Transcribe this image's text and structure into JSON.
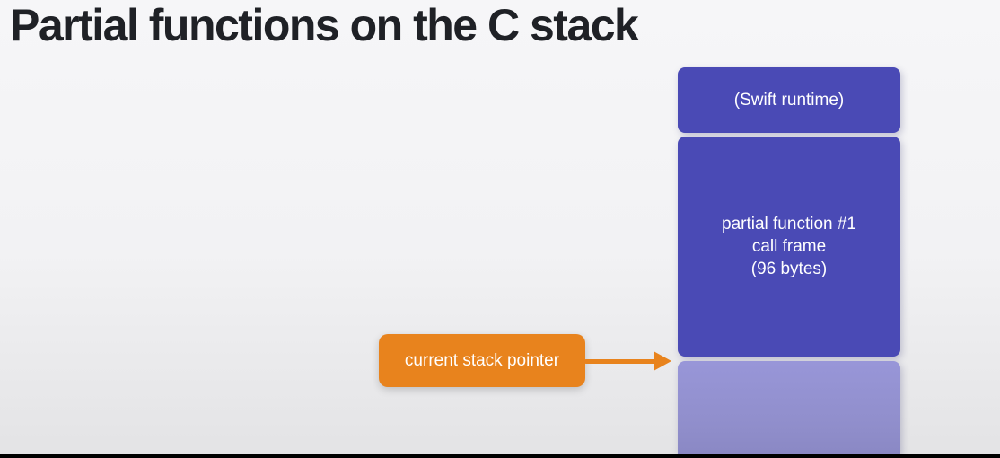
{
  "slide": {
    "title": "Partial functions on the C stack"
  },
  "stack": {
    "frames": [
      {
        "id": "swift-runtime",
        "label": "(Swift runtime)"
      },
      {
        "id": "partial-function-1",
        "lines": [
          "partial function #1",
          "call frame",
          "(96 bytes)"
        ]
      },
      {
        "id": "next-frame",
        "label": ""
      }
    ]
  },
  "pointer": {
    "label": "current stack pointer"
  },
  "colors": {
    "frame_fill": "#4a4ab5",
    "next_frame_fill": "#9593d6",
    "pointer_fill": "#e8831d",
    "frame_text": "#ffffff",
    "title_text": "#1f2126",
    "background_top": "#f6f6f8",
    "background_bottom": "#e3e3e5",
    "letterbox": "#000000"
  }
}
